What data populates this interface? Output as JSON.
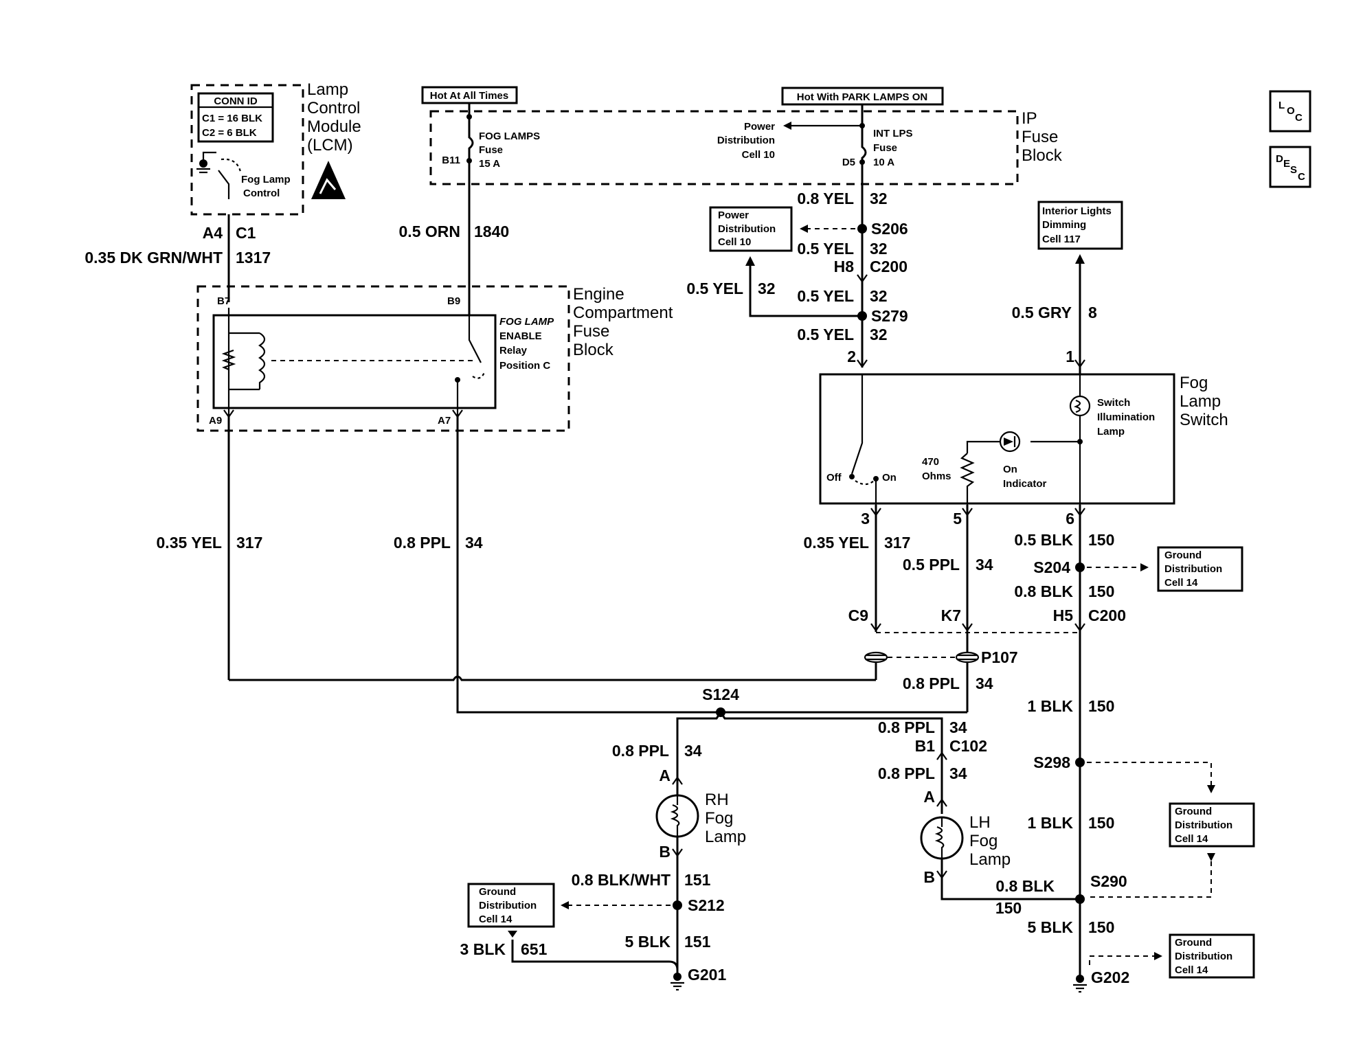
{
  "modules": {
    "lcm": {
      "title_lines": [
        "Lamp",
        "Control",
        "Module",
        "(LCM)"
      ],
      "conn_id": "CONN ID",
      "conn_c1": "C1 = 16 BLK",
      "conn_c2": "C2 = 6 BLK",
      "control": [
        "Fog Lamp",
        "Control"
      ]
    },
    "hot_all": "Hot At All Times",
    "hot_park": "Hot With PARK LAMPS ON",
    "ip_fuse_block": [
      "IP",
      "Fuse",
      "Block"
    ],
    "fog_fuse": {
      "pin": "B11",
      "lines": [
        "FOG LAMPS",
        "Fuse",
        "15 A"
      ]
    },
    "int_fuse": {
      "pin": "D5",
      "lines": [
        "INT LPS",
        "Fuse",
        "10 A"
      ]
    },
    "pdc_top": [
      "Power",
      "Distribution",
      "Cell 10"
    ],
    "engine_fuse_block": [
      "Engine",
      "Compartment",
      "Fuse",
      "Block"
    ],
    "relay": [
      "FOG LAMP",
      "ENABLE",
      "Relay",
      "Position C"
    ],
    "fog_switch": {
      "title": [
        "Fog",
        "Lamp",
        "Switch"
      ],
      "illum": [
        "Switch",
        "Illumination",
        "Lamp"
      ],
      "off": "Off",
      "on": "On",
      "ohms": [
        "470",
        "Ohms"
      ],
      "indicator": [
        "On",
        "Indicator"
      ]
    },
    "pdc_box": [
      "Power",
      "Distribution",
      "Cell 10"
    ],
    "interior_box": [
      "Interior Lights",
      "Dimming",
      "Cell 117"
    ],
    "ground_box": [
      "Ground",
      "Distribution",
      "Cell 14"
    ],
    "rh_lamp": [
      "RH",
      "Fog",
      "Lamp"
    ],
    "lh_lamp": [
      "LH",
      "Fog",
      "Lamp"
    ],
    "side_tabs": {
      "loc": [
        "L",
        "O",
        "C"
      ],
      "desc": [
        "D",
        "E",
        "S",
        "C"
      ]
    }
  },
  "pins": {
    "a4": "A4",
    "c1": "C1",
    "b7": "B7",
    "b9": "B9",
    "a9": "A9",
    "a7": "A7",
    "d5": "D5",
    "h8": "H8",
    "c200a": "C200",
    "p2": "2",
    "p1": "1",
    "p3": "3",
    "p5": "5",
    "p6": "6",
    "c9": "C9",
    "k7": "K7",
    "h5": "H5",
    "c200b": "C200",
    "b1": "B1",
    "c102": "C102",
    "a_rh": "A",
    "b_rh": "B",
    "a_lh": "A",
    "b_lh": "B"
  },
  "splices": {
    "s206": "S206",
    "s279": "S279",
    "s204": "S204",
    "p107": "P107",
    "s124": "S124",
    "s298": "S298",
    "s290": "S290",
    "s212": "S212",
    "g201": "G201",
    "g202": "G202"
  },
  "wires": {
    "w1317": {
      "gauge": "0.35 DK GRN/WHT",
      "circuit": "1317"
    },
    "w1840": {
      "gauge": "0.5 ORN",
      "circuit": "1840"
    },
    "w32a": {
      "gauge": "0.8 YEL",
      "circuit": "32"
    },
    "w32b": {
      "gauge": "0.5 YEL",
      "circuit": "32"
    },
    "w32c": {
      "gauge": "0.5 YEL",
      "circuit": "32"
    },
    "w32d": {
      "gauge": "0.5 YEL",
      "circuit": "32"
    },
    "w32e": {
      "gauge": "0.5 YEL",
      "circuit": "32"
    },
    "w8": {
      "gauge": "0.5 GRY",
      "circuit": "8"
    },
    "w317l": {
      "gauge": "0.35 YEL",
      "circuit": "317"
    },
    "w34l": {
      "gauge": "0.8 PPL",
      "circuit": "34"
    },
    "w317r": {
      "gauge": "0.35 YEL",
      "circuit": "317"
    },
    "w34r": {
      "gauge": "0.5 PPL",
      "circuit": "34"
    },
    "w150a": {
      "gauge": "0.5 BLK",
      "circuit": "150"
    },
    "w150b": {
      "gauge": "0.8 BLK",
      "circuit": "150"
    },
    "w34p": {
      "gauge": "0.8 PPL",
      "circuit": "34"
    },
    "w150c": {
      "gauge": "1 BLK",
      "circuit": "150"
    },
    "w34rh": {
      "gauge": "0.8 PPL",
      "circuit": "34"
    },
    "w34c102": {
      "gauge": "0.8 PPL",
      "circuit": "34"
    },
    "w34lh": {
      "gauge": "0.8 PPL",
      "circuit": "34"
    },
    "w150d": {
      "gauge": "1 BLK",
      "circuit": "150"
    },
    "w151a": {
      "gauge": "0.8 BLK/WHT",
      "circuit": "151"
    },
    "w150e": {
      "gauge": "0.8 BLK",
      "circuit": "150"
    },
    "w651": {
      "gauge": "3 BLK",
      "circuit": "651"
    },
    "w151b": {
      "gauge": "5 BLK",
      "circuit": "151"
    },
    "w150f": {
      "gauge": "5 BLK",
      "circuit": "150"
    }
  }
}
